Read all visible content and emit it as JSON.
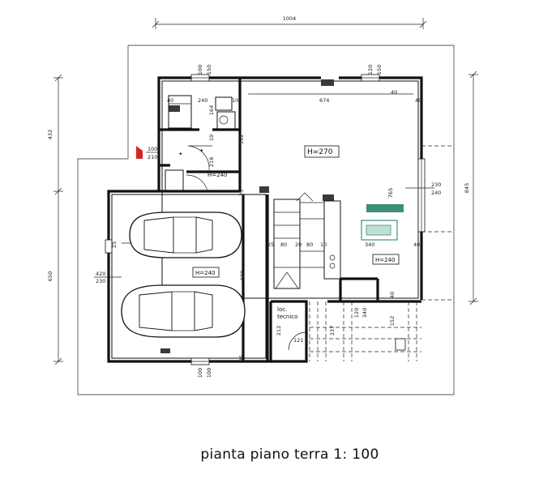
{
  "title": "pianta piano terra 1: 100",
  "colors": {
    "line": "#111111",
    "accent_green": "#3c8f7a",
    "entry_red": "#d7262a"
  },
  "dimensions": {
    "top_total": "1004",
    "left_top": "432",
    "left_bottom": "650",
    "right_total": "845",
    "win_top_left_a": "100",
    "win_top_left_b": "150",
    "win_top_right_a": "120",
    "win_top_right_b": "150",
    "bath_40": "40",
    "bath_240": "240",
    "bath_10a": "10",
    "bath_164": "164",
    "bath_10b": "10",
    "bath_392": "392",
    "bath_218": "218",
    "living_674": "674",
    "living_40_top": "40",
    "living_40_right": "40",
    "door_100": "100",
    "door_210": "210",
    "right_win_230": "230",
    "right_win_240": "240",
    "living_765": "765",
    "stair_25": "25",
    "stair_80a": "80",
    "stair_20": "20",
    "stair_80b": "80",
    "stair_10": "10",
    "kitchen_340": "340",
    "kitchen_40": "40",
    "garage_25_left": "25",
    "garage_570": "570",
    "garage_600": "600",
    "garage_420": "420",
    "garage_230": "230",
    "garage_25_bottom": "25",
    "garage_25_mid": "25",
    "bottom_win_a": "100",
    "bottom_win_b": "100",
    "tech_212": "212",
    "tech_121": "121",
    "tech_237": "237",
    "porch_120": "120",
    "porch_340": "340",
    "porch_152": "152",
    "porch_40": "40"
  },
  "rooms": {
    "bath_height": "H=240",
    "living_height": "H=270",
    "garage_height": "H=240",
    "kitchen_height": "H=240",
    "tech_room_line1": "loc.",
    "tech_room_line2": "tecnico"
  }
}
